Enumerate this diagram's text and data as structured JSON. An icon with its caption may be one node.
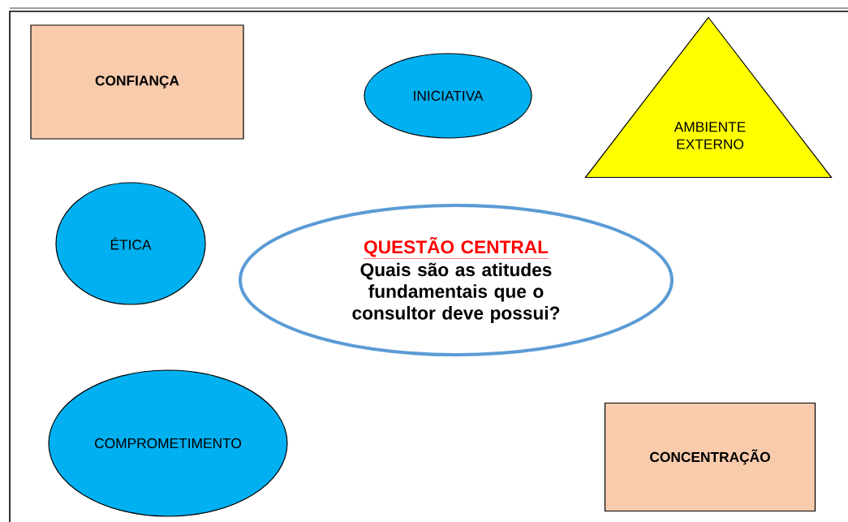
{
  "diagram": {
    "nodes": [
      {
        "text": [
          "CONFIANÇA"
        ]
      },
      {
        "text": [
          "INICIATIVA"
        ]
      },
      {
        "text": [
          "AMBIENTE EXTERNO"
        ]
      },
      {
        "text": [
          "ÉTICA"
        ]
      },
      {
        "text": [
          "QUESTÃO CENTRAL",
          "Quais são as atitudes fundamentais que o consultor deve possui?"
        ]
      },
      {
        "text": [
          "COMPROMETIMENTO"
        ]
      },
      {
        "text": [
          "CONCENTRAÇÃO"
        ]
      }
    ]
  }
}
